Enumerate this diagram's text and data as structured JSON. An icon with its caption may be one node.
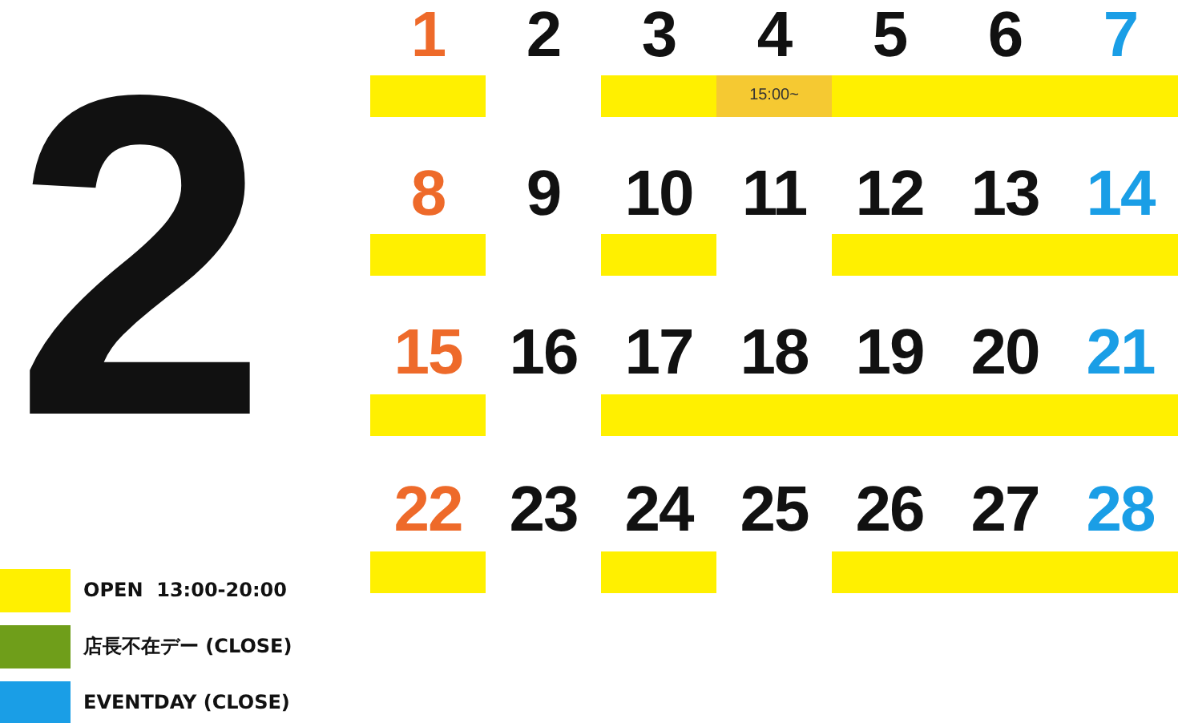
{
  "diagram": {
    "nodes": [
      {
        "text": [],
        "shape": "bar"
      },
      {
        "text": [],
        "shape": "bar"
      },
      {
        "text": [
          "15:00~"
        ],
        "in": 1
      },
      {
        "text": [],
        "shape": "bar"
      },
      {
        "text": [],
        "shape": "bar"
      },
      {
        "text": [],
        "shape": "bar"
      },
      {
        "text": [],
        "shape": "bar"
      },
      {
        "text": [],
        "shape": "bar"
      },
      {
        "text": [],
        "shape": "bar"
      },
      {
        "text": [],
        "shape": "bar"
      },
      {
        "text": [],
        "shape": "bar"
      }
    ],
    "labels": [
      "2",
      "1",
      "2",
      "3",
      "4",
      "5",
      "6",
      "7",
      "8",
      "9",
      "10",
      "11",
      "12",
      "13",
      "14",
      "15",
      "16",
      "17",
      "18",
      "19",
      "20",
      "21",
      "22",
      "23",
      "24",
      "25",
      "26",
      "27",
      "28"
    ],
    "legend": [
      {
        "text": "OPEN  13:00-20:00",
        "color": "#fff000"
      },
      {
        "text": "店長不在デー (CLOSE)",
        "color": "#6f9e1a"
      },
      {
        "text": "EVENTDAY (CLOSE)",
        "color": "#1a9ee6"
      }
    ]
  }
}
